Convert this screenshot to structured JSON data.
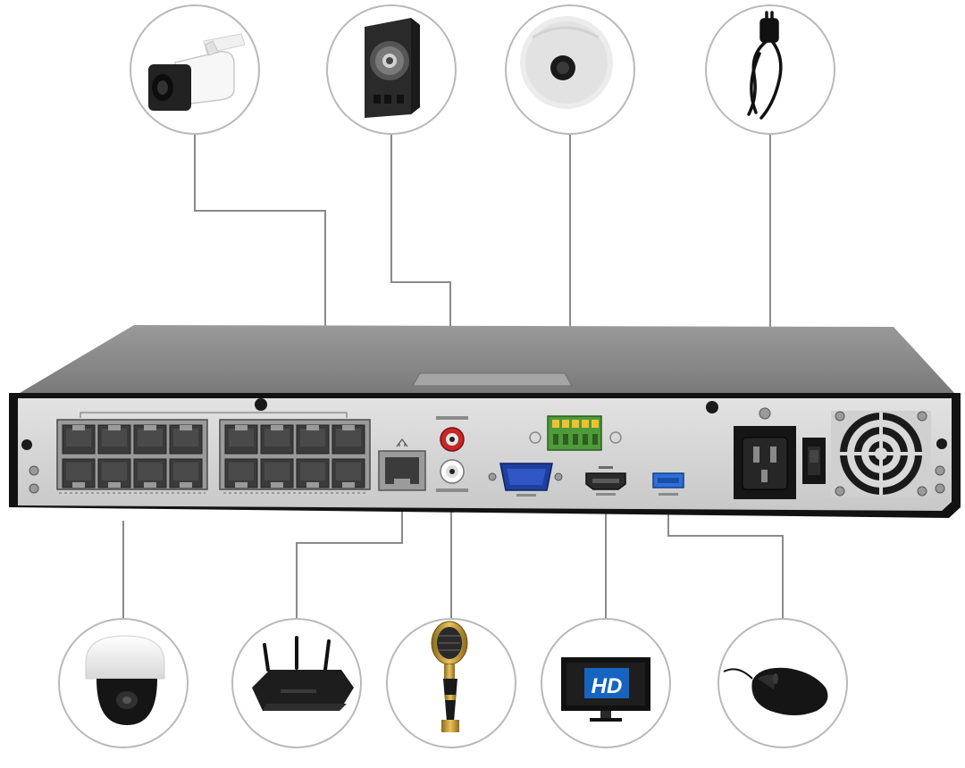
{
  "title": "",
  "hd_label": "HD",
  "colors": {
    "background": "#ffffff",
    "connector_line": "#8a8a8a",
    "circle_border": "#b9b9b9",
    "nvr_top": "#8d8d8d",
    "nvr_body": "#111111",
    "nvr_panel": "#d7d7d7",
    "rj45_port": "#3b3b3b",
    "vga_port": "#1e3f9c",
    "usb_port": "#2f6fd6",
    "terminal_block": "#4f9a3a",
    "rca_red": "#c62828",
    "hd_blue": "#1565c0"
  },
  "accessories_top": [
    {
      "name": "bullet-camera"
    },
    {
      "name": "speaker"
    },
    {
      "name": "alarm-sensor"
    },
    {
      "name": "power-cable"
    }
  ],
  "accessories_bottom": [
    {
      "name": "dome-camera"
    },
    {
      "name": "router"
    },
    {
      "name": "microphone"
    },
    {
      "name": "hd-monitor"
    },
    {
      "name": "mouse"
    }
  ],
  "ports": [
    {
      "name": "poe-ports-left",
      "count": 8
    },
    {
      "name": "poe-ports-right",
      "count": 8
    },
    {
      "name": "lan-port"
    },
    {
      "name": "audio-out"
    },
    {
      "name": "audio-in"
    },
    {
      "name": "vga-port"
    },
    {
      "name": "alarm-terminal"
    },
    {
      "name": "hdmi-port"
    },
    {
      "name": "usb-port"
    },
    {
      "name": "power-inlet"
    },
    {
      "name": "power-switch"
    },
    {
      "name": "cooling-fan"
    }
  ]
}
